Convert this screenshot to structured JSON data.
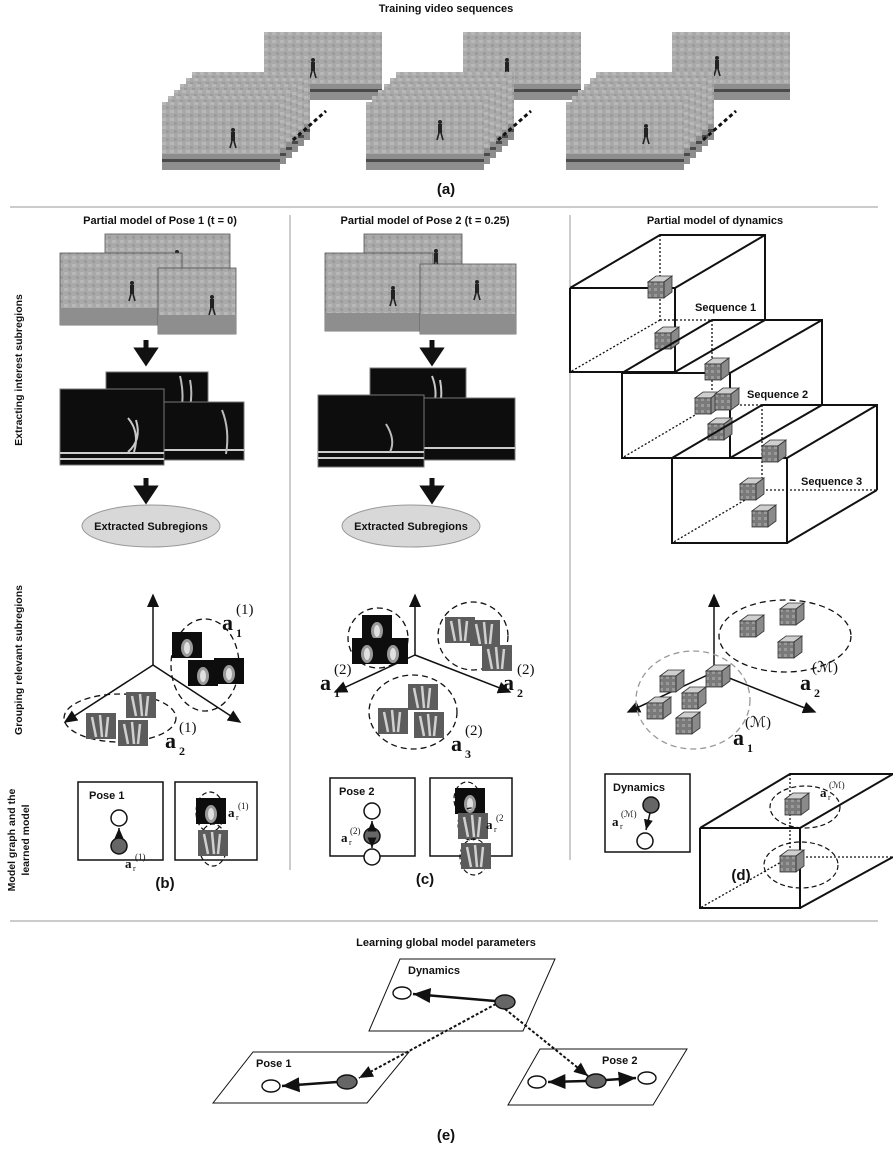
{
  "panel_a": {
    "title": "Training video sequences",
    "caption": "(a)"
  },
  "panel_b": {
    "title": "Partial model of Pose 1 (t = 0)",
    "ellipse_label": "Extracted Subregions",
    "cluster_1": {
      "base": "a",
      "sub": "1",
      "sup": "(1)"
    },
    "cluster_2": {
      "base": "a",
      "sub": "2",
      "sup": "(1)"
    },
    "graph_title": "Pose 1",
    "graph_node": {
      "base": "a",
      "sub": "r",
      "sup": "(1)"
    },
    "learned_node": {
      "base": "a",
      "sub": "r",
      "sup": "(1)"
    },
    "caption": "(b)"
  },
  "panel_c": {
    "title": "Partial model of Pose 2 (t = 0.25)",
    "ellipse_label": "Extracted Subregions",
    "cluster_1": {
      "base": "a",
      "sub": "1",
      "sup": "(2)"
    },
    "cluster_2": {
      "base": "a",
      "sub": "2",
      "sup": "(2)"
    },
    "cluster_3": {
      "base": "a",
      "sub": "3",
      "sup": "(2)"
    },
    "graph_title": "Pose 2",
    "graph_node": {
      "base": "a",
      "sub": "r",
      "sup": "(2)"
    },
    "learned_node": {
      "base": "a",
      "sub": "r",
      "sup": "(2"
    },
    "caption": "(c)"
  },
  "panel_d": {
    "title": "Partial model of dynamics",
    "sequences": [
      "Sequence 1",
      "Sequence 2",
      "Sequence 3"
    ],
    "cluster_1": {
      "base": "a",
      "sub": "1",
      "sup": "(ℳ)"
    },
    "cluster_2": {
      "base": "a",
      "sub": "2",
      "sup": "(ℳ)"
    },
    "graph_title": "Dynamics",
    "graph_node": {
      "base": "a",
      "sub": "r",
      "sup": "(ℳ)"
    },
    "learned_node": {
      "base": "a",
      "sub": "r",
      "sup": "(ℳ)"
    },
    "caption": "(d)"
  },
  "row_labels": {
    "row1": "Extracting interest subregions",
    "row2": "Grouping relevant subregions",
    "row3_line1": "Model graph and the",
    "row3_line2": "learned model"
  },
  "panel_e": {
    "title": "Learning global model parameters",
    "planes": [
      "Dynamics",
      "Pose 1",
      "Pose 2"
    ],
    "caption": "(e)"
  }
}
